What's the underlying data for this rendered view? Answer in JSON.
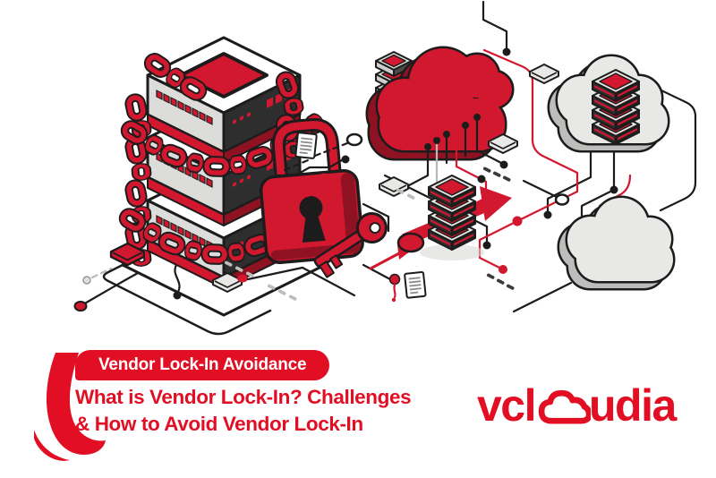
{
  "colors": {
    "background": "#ffffff",
    "brand_red": "#e20e23",
    "illustration_red": "#d2182f",
    "dark_red": "#8e1222",
    "ink": "#1c1c1c",
    "gray_light": "#e8e8e6",
    "gray_mid": "#bdbdbb",
    "server_dark": "#2e2e2e",
    "server_light": "#dcdcda"
  },
  "banner": {
    "badge_label": "Vendor Lock-In Avoidance",
    "title_line1": "What is Vendor Lock-In? Challenges",
    "title_line2": "& How to Avoid Vendor Lock-In"
  },
  "logo": {
    "full_name": "vcloudia",
    "prefix": "vcl",
    "suffix": "udia"
  },
  "illustration": {
    "left_scene": {
      "name": "locked-in-servers",
      "icons": [
        "server-stack",
        "chain",
        "padlock-icon",
        "key-icon",
        "platform",
        "envelope-icon",
        "document-icon",
        "circuit-trace"
      ]
    },
    "right_scene": {
      "name": "multi-cloud-network",
      "icons": [
        "red-cloud-icon",
        "gray-cloud-icon",
        "server-stack",
        "migration-arrow-icon",
        "envelope-icon",
        "document-icon",
        "circuit-trace",
        "node-dot"
      ]
    }
  }
}
